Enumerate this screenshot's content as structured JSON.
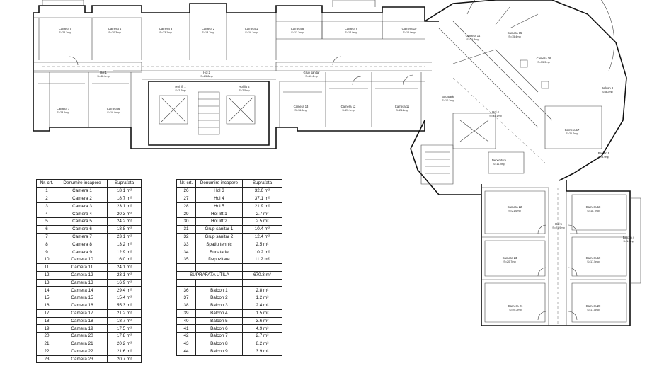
{
  "schedule_left": {
    "headers": [
      "Nr. crt.",
      "Denumire incapere",
      "Suprafata"
    ],
    "rows": [
      [
        "1",
        "Camera 1",
        "18.1 m²"
      ],
      [
        "2",
        "Camera 2",
        "18.7 m²"
      ],
      [
        "3",
        "Camera 3",
        "23.1 m²"
      ],
      [
        "4",
        "Camera 4",
        "20.3 m²"
      ],
      [
        "5",
        "Camera 5",
        "24.2 m²"
      ],
      [
        "6",
        "Camera 6",
        "18.8 m²"
      ],
      [
        "7",
        "Camera 7",
        "23.1 m²"
      ],
      [
        "8",
        "Camera 8",
        "13.2 m²"
      ],
      [
        "9",
        "Camera 9",
        "12.9 m²"
      ],
      [
        "10",
        "Camera 10",
        "16.0 m²"
      ],
      [
        "11",
        "Camera 11",
        "24.1 m²"
      ],
      [
        "12",
        "Camera 12",
        "23.1 m²"
      ],
      [
        "13",
        "Camera 13",
        "16.9 m²"
      ],
      [
        "14",
        "Camera 14",
        "29.4 m²"
      ],
      [
        "15",
        "Camera 15",
        "15.4 m²"
      ],
      [
        "16",
        "Camera 16",
        "55.3 m²"
      ],
      [
        "17",
        "Camera 17",
        "21.2 m²"
      ],
      [
        "18",
        "Camera 18",
        "18.7 m²"
      ],
      [
        "19",
        "Camera 19",
        "17.5 m²"
      ],
      [
        "20",
        "Camera 20",
        "17.8 m²"
      ],
      [
        "21",
        "Camera 21",
        "20.2 m²"
      ],
      [
        "22",
        "Camera 22",
        "21.6 m²"
      ],
      [
        "23",
        "Camera 23",
        "20.7 m²"
      ]
    ]
  },
  "schedule_right": {
    "headers": [
      "Nr. crt.",
      "Denumire incapere",
      "Suprafata"
    ],
    "rows_top": [
      [
        "26",
        "Hol 3",
        "32.6 m²"
      ],
      [
        "27",
        "Hol 4",
        "37.1 m²"
      ],
      [
        "28",
        "Hol 5",
        "21.9 m²"
      ],
      [
        "29",
        "Hol lift 1",
        "2.7 m²"
      ],
      [
        "30",
        "Hol lift 2",
        "2.5 m²"
      ],
      [
        "31",
        "Grup sanitar 1",
        "10.4 m²"
      ],
      [
        "32",
        "Grup sanitar 2",
        "12.4 m²"
      ],
      [
        "33",
        "Spatiu tehnic",
        "2.5 m²"
      ],
      [
        "34",
        "Bucatarie",
        "10.2 m²"
      ],
      [
        "35",
        "Depozitare",
        "11.2 m²"
      ]
    ],
    "total_label": "SUPRAFATA UTILA",
    "total_value": "670.3 m²",
    "rows_bottom": [
      [
        "36",
        "Balcon 1",
        "2.8 m²"
      ],
      [
        "37",
        "Balcon 2",
        "1.2 m²"
      ],
      [
        "38",
        "Balcon 3",
        "2.4 m²"
      ],
      [
        "39",
        "Balcon 4",
        "1.5 m²"
      ],
      [
        "40",
        "Balcon 5",
        "3.6 m²"
      ],
      [
        "41",
        "Balcon 6",
        "4.9 m²"
      ],
      [
        "42",
        "Balcon 7",
        "2.7 m²"
      ],
      [
        "43",
        "Balcon 8",
        "8.2 m²"
      ],
      [
        "44",
        "Balcon 9",
        "3.9 m²"
      ]
    ]
  },
  "plan_labels": [
    {
      "name": "Camera 5",
      "area": "S=24.2mp"
    },
    {
      "name": "Camera 4",
      "area": "S=20.3mp"
    },
    {
      "name": "Camera 3",
      "area": "S=23.1mp"
    },
    {
      "name": "Camera 2",
      "area": "S=18.7mp"
    },
    {
      "name": "Camera 1",
      "area": "S=18.1mp"
    },
    {
      "name": "Camera 8",
      "area": "S=13.2mp"
    },
    {
      "name": "Camera 9",
      "area": "S=12.9mp"
    },
    {
      "name": "Camera 10",
      "area": "S=16.0mp"
    },
    {
      "name": "Camera 7",
      "area": "S=23.1mp"
    },
    {
      "name": "Camera 6",
      "area": "S=18.8mp"
    },
    {
      "name": "Hol 1",
      "area": "S=32.0mp"
    },
    {
      "name": "Hol 2",
      "area": "S=25.8mp"
    },
    {
      "name": "Grup sanitar",
      "area": "S=10.4mp"
    },
    {
      "name": "Camera 13",
      "area": "S=16.9mp"
    },
    {
      "name": "Camera 12",
      "area": "S=23.1mp"
    },
    {
      "name": "Camera 11",
      "area": "S=24.1mp"
    },
    {
      "name": "Camera 14",
      "area": "S=29.4mp"
    },
    {
      "name": "Camera 15",
      "area": "S=15.4mp"
    },
    {
      "name": "Camera 16",
      "area": "S=55.3mp"
    },
    {
      "name": "Camera 17",
      "area": "S=21.2mp"
    },
    {
      "name": "Bucatarie",
      "area": "S=10.2mp"
    },
    {
      "name": "Hol 4",
      "area": "S=37.1mp"
    },
    {
      "name": "Depozitare",
      "area": "S=11.2mp"
    },
    {
      "name": "Camera 22",
      "area": "S=21.6mp"
    },
    {
      "name": "Camera 23",
      "area": "S=20.7mp"
    },
    {
      "name": "Camera 21",
      "area": "S=20.2mp"
    },
    {
      "name": "Camera 18",
      "area": "S=18.7mp"
    },
    {
      "name": "Camera 19",
      "area": "S=17.5mp"
    },
    {
      "name": "Camera 20",
      "area": "S=17.8mp"
    },
    {
      "name": "Hol 5",
      "area": "S=21.9mp"
    },
    {
      "name": "Balcon 4",
      "area": "S=1.5mp"
    },
    {
      "name": "Balcon 8",
      "area": "S=8.2mp"
    },
    {
      "name": "Balcon 9",
      "area": "S=3.9mp"
    },
    {
      "name": "Hol lift 1",
      "area": "S=2.7mp"
    },
    {
      "name": "Hol lift 2",
      "area": "S=2.5mp"
    }
  ]
}
